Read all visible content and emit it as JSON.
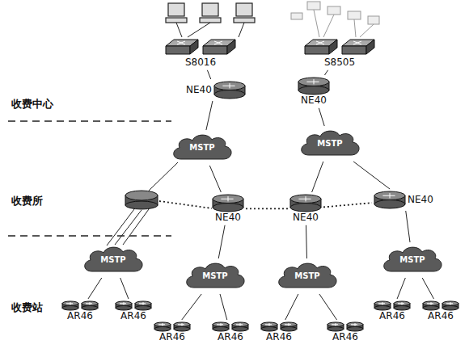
{
  "diagram": {
    "nodes": [
      {
        "text": [
          "S8016"
        ]
      },
      {
        "text": [
          "S8505"
        ]
      },
      {
        "text": [
          "NE40"
        ]
      },
      {
        "text": [
          "NE40"
        ]
      },
      {
        "text": [
          "MSTP"
        ]
      },
      {
        "text": [
          "MSTP"
        ]
      },
      {
        "text": [
          "NE40"
        ]
      },
      {
        "text": [
          "NE40"
        ]
      },
      {
        "text": [
          "NE40"
        ]
      },
      {
        "text": [
          "MSTP"
        ]
      },
      {
        "text": [
          "MSTP"
        ]
      },
      {
        "text": [
          "MSTP"
        ]
      },
      {
        "text": [
          "MSTP"
        ]
      },
      {
        "text": [
          "AR46"
        ]
      },
      {
        "text": [
          "AR46"
        ]
      },
      {
        "text": [
          "AR46"
        ]
      },
      {
        "text": [
          "AR46"
        ]
      },
      {
        "text": [
          "AR46"
        ]
      },
      {
        "text": [
          "AR46"
        ]
      },
      {
        "text": [
          "AR46"
        ]
      },
      {
        "text": [
          "AR46"
        ]
      }
    ],
    "edges": [
      {
        "from": 0,
        "to": 2,
        "arrow": "none"
      },
      {
        "from": 1,
        "to": 3,
        "arrow": "none"
      },
      {
        "from": 2,
        "to": 4,
        "arrow": "none"
      },
      {
        "from": 4,
        "to": 6,
        "arrow": "none"
      },
      {
        "from": 3,
        "to": 5,
        "arrow": "none"
      },
      {
        "from": 5,
        "to": 7,
        "arrow": "none"
      },
      {
        "from": 5,
        "to": 8,
        "arrow": "none"
      },
      {
        "from": 6,
        "to": 7,
        "arrow": "none"
      },
      {
        "from": 7,
        "to": 8,
        "arrow": "none"
      },
      {
        "from": 6,
        "to": 10,
        "arrow": "none"
      },
      {
        "from": 7,
        "to": 11,
        "arrow": "none"
      },
      {
        "from": 8,
        "to": 12,
        "arrow": "none"
      },
      {
        "from": 9,
        "to": 13,
        "arrow": "none"
      },
      {
        "from": 9,
        "to": 14,
        "arrow": "none"
      },
      {
        "from": 10,
        "to": 15,
        "arrow": "none"
      },
      {
        "from": 10,
        "to": 16,
        "arrow": "none"
      },
      {
        "from": 11,
        "to": 17,
        "arrow": "none"
      },
      {
        "from": 11,
        "to": 18,
        "arrow": "none"
      },
      {
        "from": 12,
        "to": 19,
        "arrow": "none"
      },
      {
        "from": 12,
        "to": 20,
        "arrow": "none"
      }
    ],
    "labels": [
      "收费中心",
      "收费所",
      "收费站"
    ]
  }
}
